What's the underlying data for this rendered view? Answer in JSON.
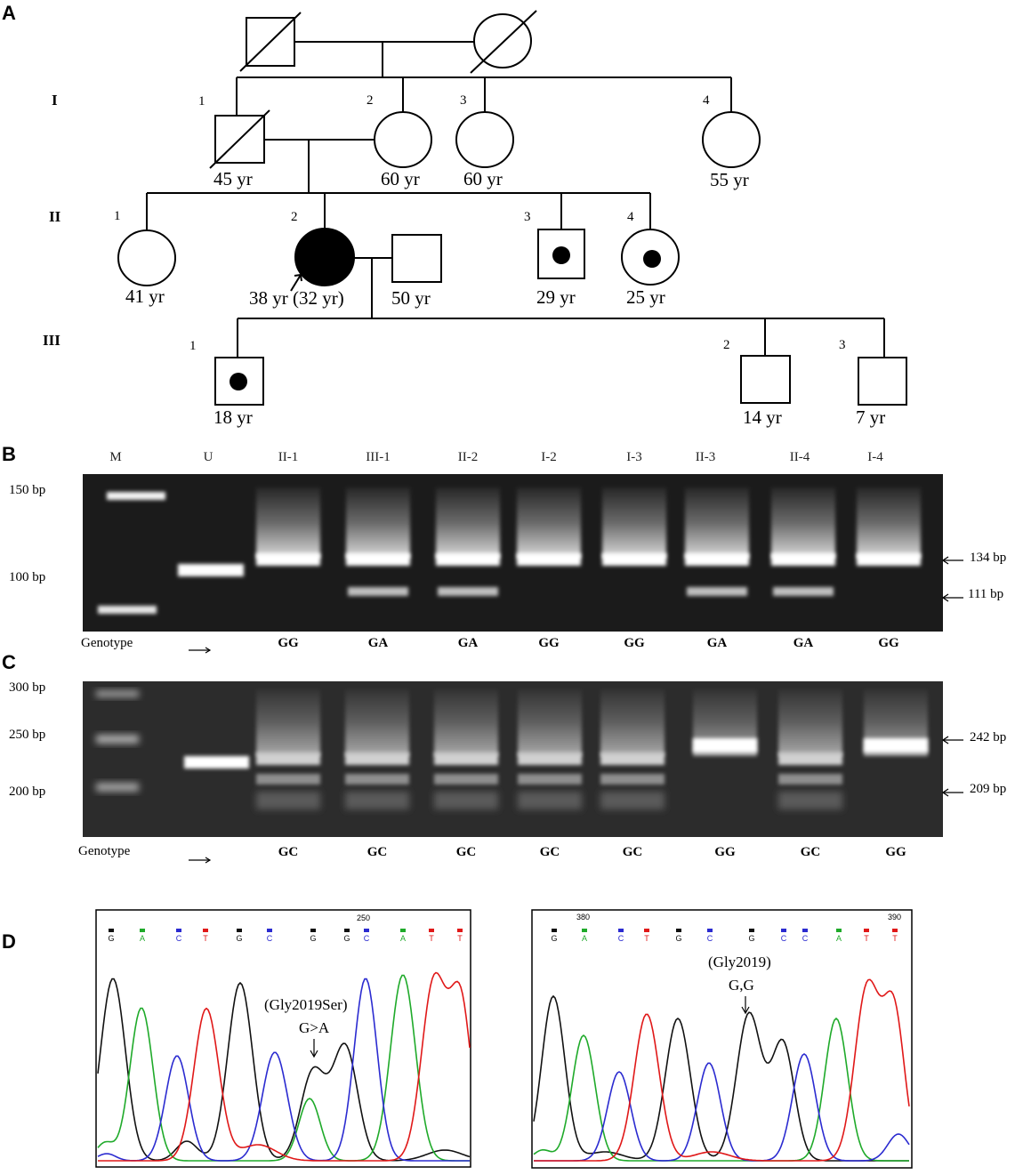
{
  "panels": {
    "a": "A",
    "b": "B",
    "c": "C",
    "d": "D"
  },
  "pedigree": {
    "generations": {
      "I": "I",
      "II": "II",
      "III": "III"
    },
    "numbers": {
      "I1": "1",
      "I2": "2",
      "I3": "3",
      "I4": "4",
      "II1": "1",
      "II2": "2",
      "II3": "3",
      "II4": "4",
      "III1": "1",
      "III2": "2",
      "III3": "3"
    },
    "ages": {
      "I1": "45 yr",
      "I2": "60 yr",
      "I3": "60 yr",
      "I4": "55 yr",
      "II1": "41 yr",
      "II2": "38 yr (32 yr)",
      "II2_spouse": "50 yr",
      "II3": "29 yr",
      "II4": "25 yr",
      "III1": "18 yr",
      "III2": "14 yr",
      "III3": "7 yr"
    }
  },
  "gel_b": {
    "lanes": [
      "M",
      "U",
      "II-1",
      "III-1",
      "II-2",
      "I-2",
      "I-3",
      "II-3",
      "II-4",
      "I-4"
    ],
    "marker_left": [
      "150 bp",
      "100 bp"
    ],
    "bands_right": [
      "134 bp",
      "111 bp"
    ],
    "genotype_label": "Genotype",
    "genotypes": [
      "GG",
      "GA",
      "GA",
      "GG",
      "GG",
      "GA",
      "GA",
      "GG"
    ]
  },
  "gel_c": {
    "marker_left": [
      "300 bp",
      "250 bp",
      "200 bp"
    ],
    "bands_right": [
      "242 bp",
      "209 bp"
    ],
    "genotype_label": "Genotype",
    "genotypes": [
      "GC",
      "GC",
      "GC",
      "GC",
      "GC",
      "GG",
      "GC",
      "GG"
    ]
  },
  "chromatogram_left": {
    "bases": [
      "G",
      "A",
      "C",
      "T",
      "G",
      "C",
      "G",
      "G",
      "C",
      "A",
      "T",
      "T"
    ],
    "position": "250",
    "annotation_line1": "(Gly2019Ser)",
    "annotation_line2": "G>A"
  },
  "chromatogram_right": {
    "bases": [
      "G",
      "A",
      "C",
      "T",
      "G",
      "C",
      "G",
      "C",
      "C",
      "A",
      "T",
      "T"
    ],
    "position_start": "380",
    "position_end": "390",
    "annotation_line1": "(Gly2019)",
    "annotation_line2": "G,G"
  },
  "colors": {
    "G": "#111111",
    "A": "#1faa2a",
    "C": "#2b2bd0",
    "T": "#e01818"
  }
}
